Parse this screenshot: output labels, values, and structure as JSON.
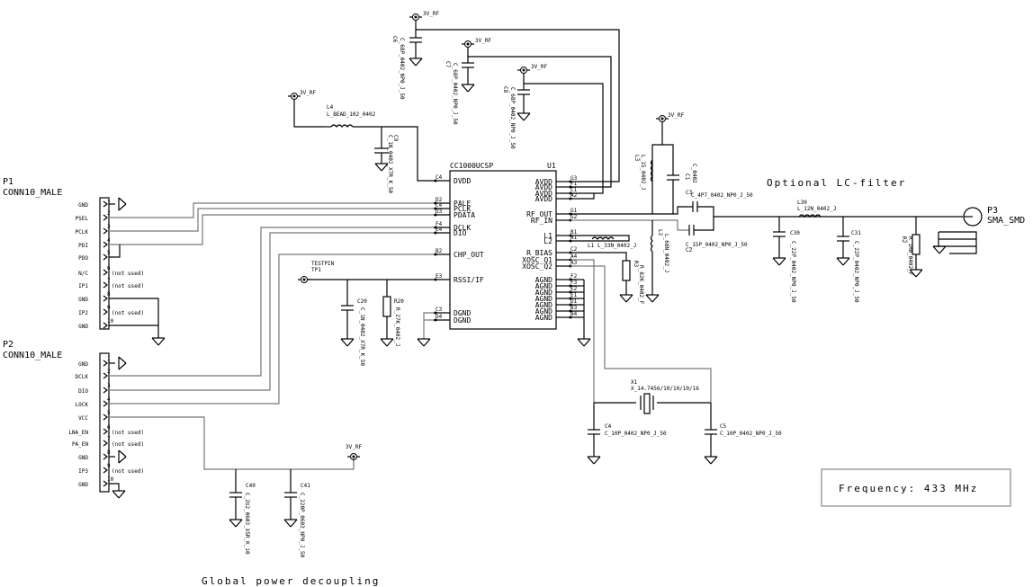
{
  "title_labels": {
    "lc_filter": "Optional LC-filter",
    "decoupling": "Global power decoupling",
    "frequency": "Frequency: 433 MHz"
  },
  "power_net": "3V_RF",
  "p1": {
    "ref": "P1",
    "part": "CONN10_MALE",
    "pins": [
      "GND",
      "PSEL",
      "PCLK",
      "PDI",
      "PDO",
      "N/C",
      "IP1",
      "GND",
      "IP2",
      "GND"
    ],
    "notes": [
      "",
      "",
      "",
      "",
      "",
      "(not used)",
      "(not used)",
      "",
      "(not used)",
      ""
    ]
  },
  "p2": {
    "ref": "P2",
    "part": "CONN10_MALE",
    "pins": [
      "GND",
      "DCLK",
      "DIO",
      "LOCK",
      "VCC",
      "LNA_EN",
      "PA_EN",
      "GND",
      "IP3",
      "GND"
    ],
    "notes": [
      "",
      "",
      "",
      "",
      "",
      "(not used)",
      "(not used)",
      "",
      "(not used)",
      ""
    ]
  },
  "u1": {
    "ref": "U1",
    "part": "CC1000UCSP",
    "left_pins": [
      {
        "name": "DVDD",
        "ball": "C4"
      },
      {
        "name": "PALE",
        "ball": "D2"
      },
      {
        "name": "PCLK",
        "ball": "C4"
      },
      {
        "name": "PDATA",
        "ball": "D3"
      },
      {
        "name": "DCLK",
        "ball": "F4"
      },
      {
        "name": "DIO",
        "ball": "E4"
      },
      {
        "name": "CHP_OUT",
        "ball": "B2"
      },
      {
        "name": "RSSI/IF",
        "ball": "E3"
      },
      {
        "name": "DGND",
        "ball": "C3"
      },
      {
        "name": "DGND",
        "ball": "D4"
      }
    ],
    "right_pins": [
      {
        "name": "AVDD",
        "ball": "G3"
      },
      {
        "name": "AVDD",
        "ball": "F1"
      },
      {
        "name": "AVDD",
        "ball": "C1"
      },
      {
        "name": "AVDD",
        "ball": "A2"
      },
      {
        "name": "RF_OUT",
        "ball": "G1"
      },
      {
        "name": "RF_IN",
        "ball": "G2"
      },
      {
        "name": "L1",
        "ball": "B1"
      },
      {
        "name": "L2",
        "ball": "A1"
      },
      {
        "name": "R_BIAS",
        "ball": "C2"
      },
      {
        "name": "XOSC_Q1",
        "ball": "A4"
      },
      {
        "name": "XOSC_Q2",
        "ball": "A3"
      },
      {
        "name": "AGND",
        "ball": "F2"
      },
      {
        "name": "AGND",
        "ball": "F3"
      },
      {
        "name": "AGND",
        "ball": "E2"
      },
      {
        "name": "AGND",
        "ball": "E1"
      },
      {
        "name": "AGND",
        "ball": "D1"
      },
      {
        "name": "AGND",
        "ball": "B3"
      },
      {
        "name": "AGND",
        "ball": "B4"
      }
    ]
  },
  "components": {
    "C6": {
      "ref": "C6",
      "value": "C_68P_0402_NP0_J_50"
    },
    "C7": {
      "ref": "C7",
      "value": "C_68P_0402_NP0_J_50"
    },
    "C8": {
      "ref": "C8",
      "value": "C_68P_0402_NP0_J_50"
    },
    "L4": {
      "ref": "L4",
      "value": "L_BEAD_102_0402"
    },
    "C9": {
      "ref": "C9",
      "value": "C_1N_0402_X7R_K_50"
    },
    "L3": {
      "ref": "L3",
      "value": "L_15_0402_J"
    },
    "C1": {
      "ref": "C1",
      "value": "C_0402"
    },
    "C3": {
      "ref": "C3",
      "value": "C_4P7_0402_NP0_J_50"
    },
    "C2": {
      "ref": "C2",
      "value": "C_15P_0402_NP0_J_50"
    },
    "L1": {
      "ref": "L1",
      "value": "L_33N_0402_J"
    },
    "L2": {
      "ref": "L2",
      "value": "L_68N_0402_J"
    },
    "R3": {
      "ref": "R3",
      "value": "R_82K_0402_F"
    },
    "L30": {
      "ref": "L30",
      "value": "L_12N_0402_J"
    },
    "C30": {
      "ref": "C30",
      "value": "C_22P_0402_NP0_J_50"
    },
    "C31": {
      "ref": "C31",
      "value": "C_22P_0402_NP0_J_50"
    },
    "R2": {
      "ref": "R2",
      "value": "R_1M0_0402_F"
    },
    "P3": {
      "ref": "P3",
      "value": "SMA_SMD"
    },
    "TP1": {
      "ref": "TP1",
      "value": "TESTPIN"
    },
    "C20": {
      "ref": "C20",
      "value": "C_1N_0402_X7R_K_50"
    },
    "R20": {
      "ref": "R20",
      "value": "R_27K_0402_J"
    },
    "X1": {
      "ref": "X1",
      "value": "X_14.7456/10/10/10/16"
    },
    "C4": {
      "ref": "C4",
      "value": "C_10P_0402_NP0_J_50"
    },
    "C5": {
      "ref": "C5",
      "value": "C_10P_0402_NP0_J_50"
    },
    "C40": {
      "ref": "C40",
      "value": "C_2U2_0603_X5R_K_10"
    },
    "C41": {
      "ref": "C41",
      "value": "C_220P_0603_NP0_J_50"
    }
  }
}
